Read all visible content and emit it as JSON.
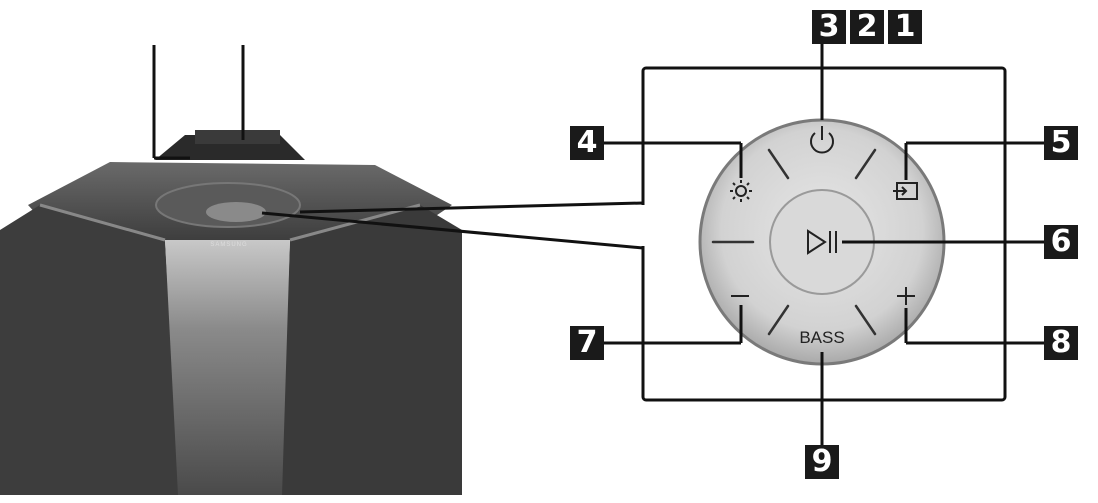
{
  "diagram": {
    "callouts": [
      {
        "id": "1",
        "text": "1"
      },
      {
        "id": "2",
        "text": "2"
      },
      {
        "id": "3",
        "text": "3"
      },
      {
        "id": "4",
        "text": "4"
      },
      {
        "id": "5",
        "text": "5"
      },
      {
        "id": "6",
        "text": "6"
      },
      {
        "id": "7",
        "text": "7"
      },
      {
        "id": "8",
        "text": "8"
      },
      {
        "id": "9",
        "text": "9"
      }
    ],
    "panel": {
      "bass_label": "BASS"
    },
    "speaker": {
      "logo_text": "SAMSUNG"
    },
    "icons": {
      "power": "power-icon",
      "brightness": "brightness-icon",
      "source": "source-input-icon",
      "play_pause": "play-pause-icon",
      "volume_down": "minus-icon",
      "volume_up": "plus-icon"
    }
  }
}
